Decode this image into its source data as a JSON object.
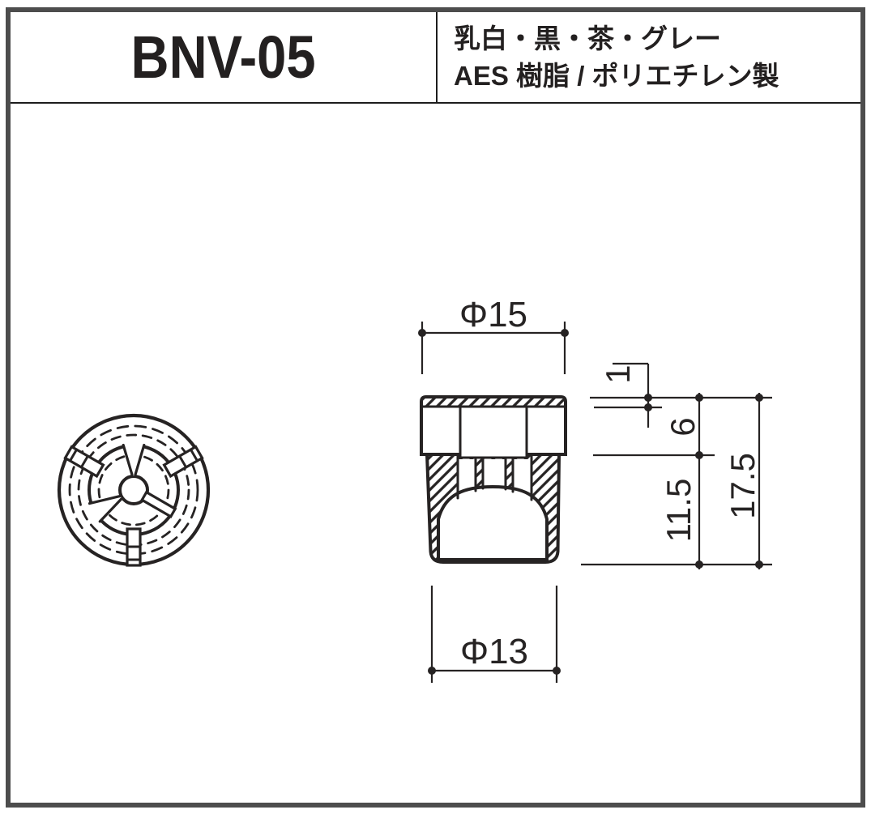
{
  "header": {
    "model": "BNV-05",
    "spec": {
      "colors": "乳白・黒・茶・グレー",
      "material": "AES 樹脂 / ポリエチレン製"
    }
  },
  "drawing": {
    "dimensions": {
      "top_diameter": "Φ15",
      "bottom_diameter": "Φ13",
      "rim_thickness": "1",
      "head_height": "6",
      "body_height": "11.5",
      "total_height": "17.5"
    },
    "colors": {
      "line": "#262323",
      "frame_border": "#4d4d4d",
      "background": "#ffffff"
    }
  }
}
